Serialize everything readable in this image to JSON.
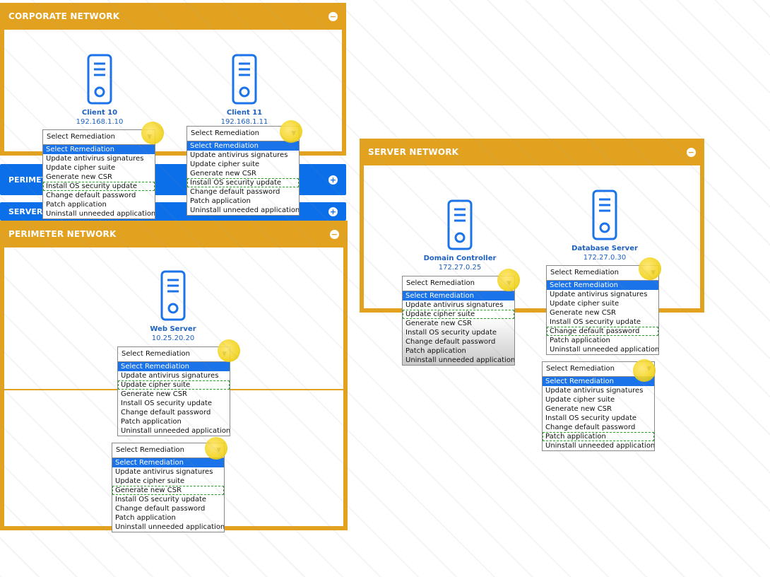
{
  "panels": {
    "corporate": {
      "title": "CORPORATE NETWORK",
      "toggle": "−"
    },
    "perimeter_bar": {
      "title": "PERIMETER NETWORK",
      "toggle": "+"
    },
    "server_bar": {
      "title": "SERVER NETWORK",
      "toggle": "+"
    },
    "perimeter": {
      "title": "PERIMETER NETWORK",
      "toggle": "−"
    },
    "server": {
      "title": "SERVER NETWORK",
      "toggle": "−"
    }
  },
  "devices": {
    "client10": {
      "name": "Client 10",
      "ip": "192.168.1.10"
    },
    "client11": {
      "name": "Client 11",
      "ip": "192.168.1.11"
    },
    "webserver": {
      "name": "Web Server",
      "ip": "10.25.20.20"
    },
    "domaincontroller": {
      "name": "Domain Controller",
      "ip": "172.27.0.25"
    },
    "databaseserver": {
      "name": "Database Server",
      "ip": "172.27.0.30"
    }
  },
  "remediation": {
    "placeholder": "Select Remediation",
    "options": [
      "Select Remediation",
      "Update antivirus signatures",
      "Update cipher suite",
      "Generate new CSR",
      "Install OS security update",
      "Change default password",
      "Patch application",
      "Uninstall unneeded applications"
    ]
  },
  "colors": {
    "panel_orange": "#e2a21f",
    "bar_blue": "#0a6fe8",
    "device_blue": "#1b5fbf",
    "highlight": "#1a73e8"
  },
  "icons": {
    "server": "server-icon",
    "collapse": "minus-icon",
    "expand": "plus-icon",
    "dropdown": "chevron-down-icon"
  }
}
